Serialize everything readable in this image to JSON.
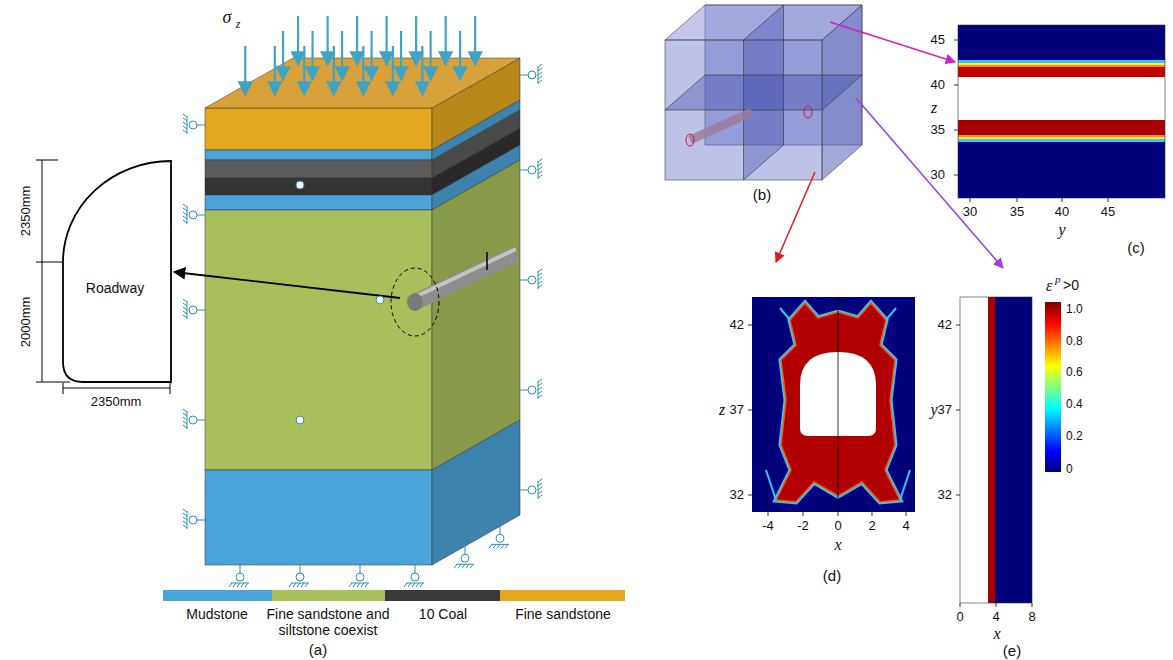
{
  "diagram": {
    "nodes": [
      {
        "text": [
          "Roadway"
        ]
      }
    ],
    "labels": [
      "σ",
      "z",
      "2350mm",
      "2000mm",
      "2350mm",
      "(a)",
      "(b)",
      "45",
      "40",
      "35",
      "30",
      "z",
      "30",
      "35",
      "40",
      "45",
      "y",
      "(c)",
      "42",
      "37",
      "32",
      "z",
      "-4",
      "-2",
      "0",
      "2",
      "4",
      "x",
      "(d)",
      "42",
      "37",
      "32",
      "y",
      "0",
      "4",
      "8",
      "x",
      "(e)",
      "ε",
      "p",
      ">0",
      "1.0",
      "0.8",
      "0.6",
      "0.4",
      "0.2",
      "0"
    ],
    "legend": [
      {
        "text": "Mudstone",
        "color": "#4aa3d9"
      },
      {
        "text": "Fine sandstone and siltstone coexist",
        "color": "#a9bf5c"
      },
      {
        "text": "10 Coal",
        "color": "#3a3a3a"
      },
      {
        "text": "Fine sandstone",
        "color": "#e3a81f"
      }
    ]
  }
}
